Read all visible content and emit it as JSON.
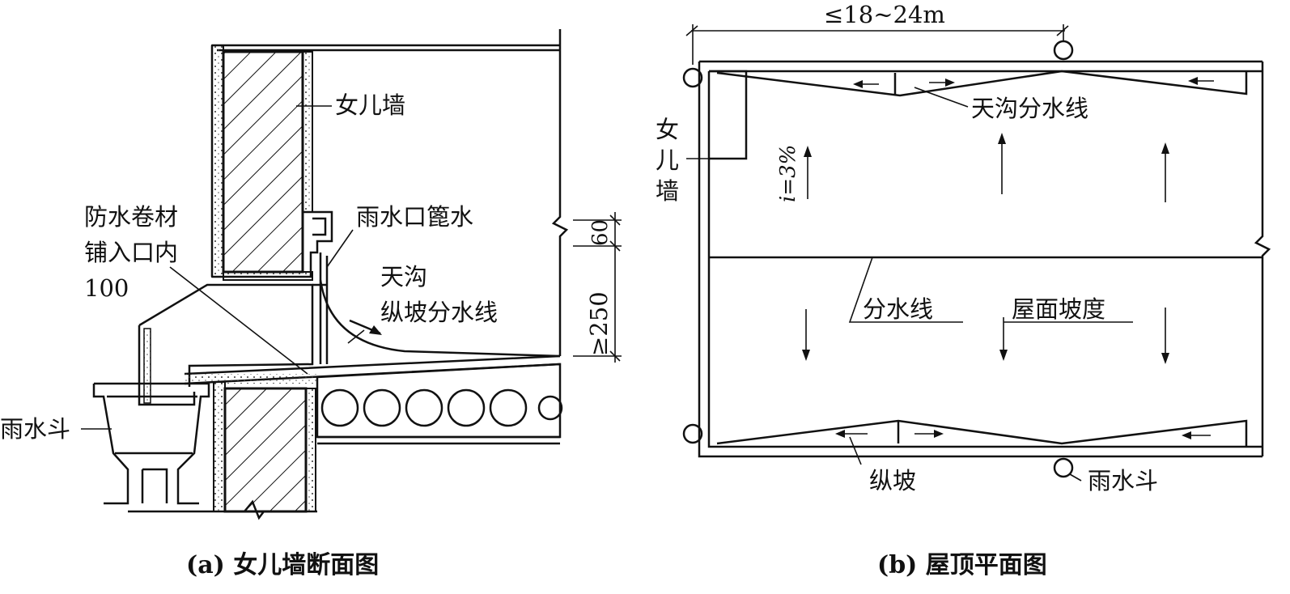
{
  "figure_a": {
    "caption": "(a) 女儿墙断面图",
    "labels": {
      "parapet": "女儿墙",
      "membrane_line1": "防水卷材",
      "membrane_line2": "铺入口内",
      "membrane_line3": "100",
      "outlet_overflow": "雨水口篦水",
      "gutter_line1": "天沟",
      "gutter_line2": "纵坡分水线",
      "rain_hopper": "雨水斗",
      "dim_250": "≥250",
      "dim_60": "60"
    }
  },
  "figure_b": {
    "caption": "(b) 屋顶平面图",
    "labels": {
      "spacing": "≤18~24m",
      "gutter_divide": "天沟分水线",
      "parapet_1": "女",
      "parapet_2": "儿",
      "parapet_3": "墙",
      "slope": "i=3%",
      "divide_line": "分水线",
      "roof_slope": "屋面坡度",
      "long_slope": "纵坡",
      "rain_hopper": "雨水斗"
    }
  }
}
